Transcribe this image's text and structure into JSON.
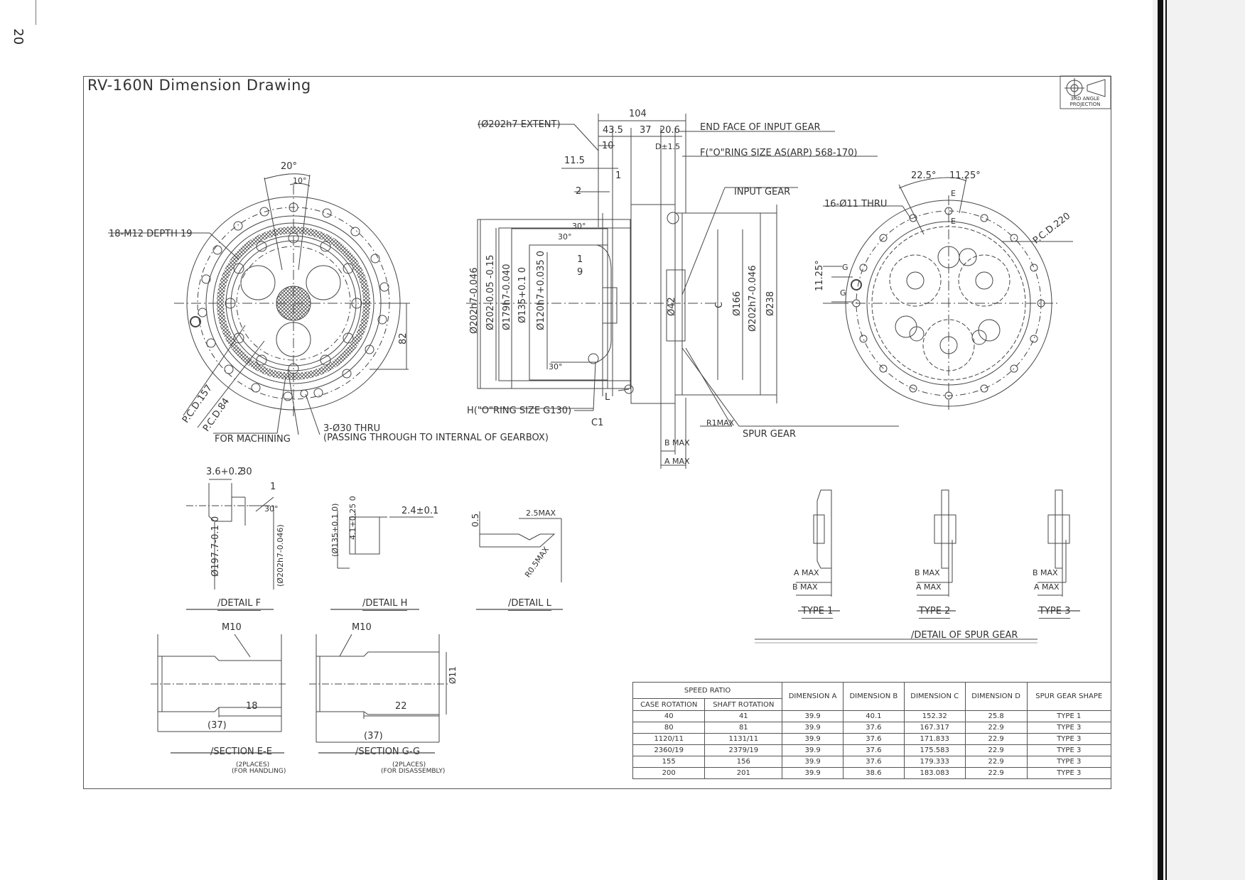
{
  "page": {
    "number": "20"
  },
  "drawing": {
    "title": "RV-160N Dimension Drawing",
    "projection": "3RD ANGLE PROJECTION"
  },
  "front_view": {
    "angle_20": "20°",
    "angle_10": "10°",
    "thread": "18-M12 DEPTH 19",
    "dim_82": "82",
    "pcd157": "P.C.D.157",
    "pcd84": "P.C.D.84",
    "for_machining": "FOR MACHINING",
    "thru_holes": "3-Ø30 THRU",
    "thru_note": "(PASSING THROUGH TO INTERNAL OF GEARBOX)"
  },
  "side_view": {
    "extent": "(Ø202h7 EXTENT)",
    "dim_104": "104",
    "dim_43_5": "43.5",
    "dim_37": "37",
    "dim_20_6": "20.6",
    "dim_10": "10",
    "dim_d15": "D±1.5",
    "dim_11_5": "11.5",
    "dim_1a": "1",
    "dim_2": "2",
    "dim_1b": "1",
    "dim_9": "9",
    "dim_30a": "30°",
    "dim_30b": "30°",
    "dim_30c": "30°",
    "end_face": "END FACE OF INPUT GEAR",
    "oring_f": "F(\"O\"RING SIZE AS(ARP) 568-170)",
    "input_gear": "INPUT GEAR",
    "d202": "Ø202h7-0.046",
    "d202b": "Ø202-0.05 -0.15",
    "d179": "Ø179h7-0.040",
    "d135": "Ø135+0.1 0",
    "d120": "Ø120h7+0.035 0",
    "d42": "Ø42",
    "dim_c": "C",
    "d166": "Ø166",
    "d202c": "Ø202h7-0.046",
    "d238": "Ø238",
    "oring_h": "H(\"O\"RING SIZE G130)",
    "c1": "C1",
    "l": "L",
    "r1": "R1MAX",
    "spur_gear": "SPUR GEAR",
    "b_max": "B MAX",
    "a_max": "A MAX"
  },
  "rear_view": {
    "angle_22_5": "22.5°",
    "angle_11_25": "11.25°",
    "angle_11_25b": "11.25°",
    "holes": "16-Ø11 THRU",
    "pcd220": "P.C.D.220",
    "e": "E",
    "g": "G"
  },
  "details": {
    "detail_f": "/DETAIL F",
    "detail_h": "/DETAIL H",
    "detail_l": "/DETAIL L",
    "f_3_6": "3.6+0.2 0",
    "f_3": "3",
    "f_1": "1",
    "f_30": "30°",
    "f_d197": "Ø197.7-0.1 0",
    "f_d202": "(Ø202h7-0.046)",
    "h_2_4": "2.4±0.1",
    "h_d135": "(Ø135+0.1 0)",
    "h_4_1": "4.1+0.25 0",
    "l_0_5": "0.5",
    "l_2_5": "2.5MAX",
    "l_r05": "R0.5MAX"
  },
  "spur_detail": {
    "type1": "TYPE 1",
    "type2": "TYPE 2",
    "type3": "TYPE 3",
    "title": "/DETAIL OF SPUR GEAR",
    "a_max": "A MAX",
    "b_max": "B MAX"
  },
  "sections": {
    "ee_title": "/SECTION E-E",
    "ee_note1": "(2PLACES)",
    "ee_note2": "(FOR HANDLING)",
    "gg_title": "/SECTION G-G",
    "gg_note1": "(2PLACES)",
    "gg_note2": "(FOR DISASSEMBLY)",
    "m10": "M10",
    "dim_18": "18",
    "dim_37": "(37)",
    "dim_22": "22",
    "dim_11": "Ø11"
  },
  "table": {
    "headers": {
      "speed_ratio": "SPEED RATIO",
      "case_rotation": "CASE ROTATION",
      "shaft_rotation": "SHAFT ROTATION",
      "dim_a": "DIMENSION A",
      "dim_b": "DIMENSION B",
      "dim_c": "DIMENSION C",
      "dim_d": "DIMENSION D",
      "shape": "SPUR GEAR SHAPE"
    },
    "rows": [
      [
        "40",
        "41",
        "39.9",
        "40.1",
        "152.32",
        "25.8",
        "TYPE 1"
      ],
      [
        "80",
        "81",
        "39.9",
        "37.6",
        "167.317",
        "22.9",
        "TYPE 3"
      ],
      [
        "1120/11",
        "1131/11",
        "39.9",
        "37.6",
        "171.833",
        "22.9",
        "TYPE 3"
      ],
      [
        "2360/19",
        "2379/19",
        "39.9",
        "37.6",
        "175.583",
        "22.9",
        "TYPE 3"
      ],
      [
        "155",
        "156",
        "39.9",
        "37.6",
        "179.333",
        "22.9",
        "TYPE 3"
      ],
      [
        "200",
        "201",
        "39.9",
        "38.6",
        "183.083",
        "22.9",
        "TYPE 3"
      ]
    ]
  }
}
